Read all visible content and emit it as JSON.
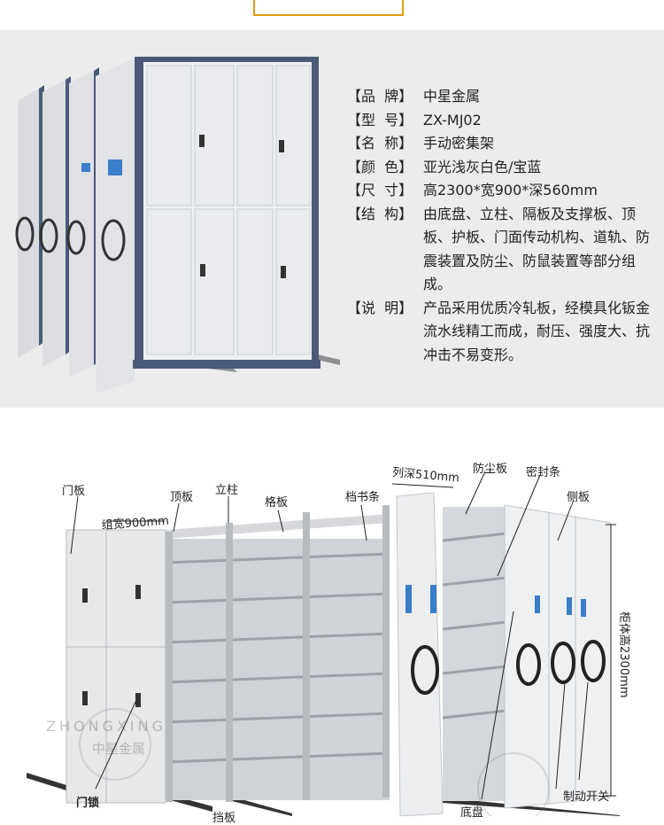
{
  "specs": [
    {
      "key": "【品  牌】",
      "value": "中星金属"
    },
    {
      "key": "【型  号】",
      "value": "ZX-MJ02"
    },
    {
      "key": "【名  称】",
      "value": "手动密集架"
    },
    {
      "key": "【颜  色】",
      "value": "亚光浅灰白色/宝蓝"
    },
    {
      "key": "【尺  寸】",
      "value": "高2300*宽900*深560mm"
    },
    {
      "key": "【结  构】",
      "value": "由底盘、立柱、隔板及支撑板、顶板、护板、门面传动机构、道轨、防震装置及防尘、防鼠装置等部分组成。"
    },
    {
      "key": "【说  明】",
      "value": "产品采用优质冷轧板，经模具化钣金流水线精工而成，耐压、强度大、抗冲击不易变形。"
    }
  ],
  "watermark": {
    "brand_en": "ZHONGXING",
    "brand_cn": "中星金属"
  },
  "callouts": {
    "door_panel": "门板",
    "group_width": "组宽900mm",
    "top_panel": "顶板",
    "column": "立柱",
    "shelf": "格板",
    "file_strip": "档书条",
    "row_depth": "列深510mm",
    "dust_board": "防尘板",
    "seal_strip": "密封条",
    "side_panel": "侧板",
    "cabinet_height": "柜体高2300mm",
    "door_lock": "门锁",
    "bottom_label_partial": "挡板",
    "base": "底盘",
    "brake_switch": "制动开关"
  },
  "colors": {
    "accent_orange": "#e39a13",
    "navy_frame": "#4a5a78",
    "panel_grey": "#ececec",
    "cabinet_white": "#e9eaec"
  }
}
